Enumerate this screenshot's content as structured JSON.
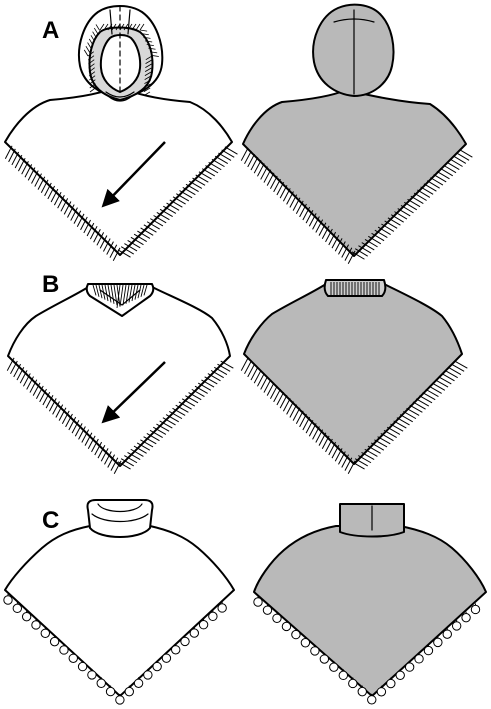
{
  "variants": [
    {
      "label": "A",
      "neckline": "hood",
      "hem": "fringe",
      "grain_arrow": true
    },
    {
      "label": "B",
      "neckline": "ribbed-v-collar",
      "hem": "fringe",
      "grain_arrow": true
    },
    {
      "label": "C",
      "neckline": "cowl-turtleneck",
      "hem": "pompom",
      "grain_arrow": false
    }
  ],
  "colors": {
    "front_fill": "#ffffff",
    "back_fill": "#b9b9b9",
    "hood_lining": "#d8d8d8",
    "outline": "#000000"
  }
}
